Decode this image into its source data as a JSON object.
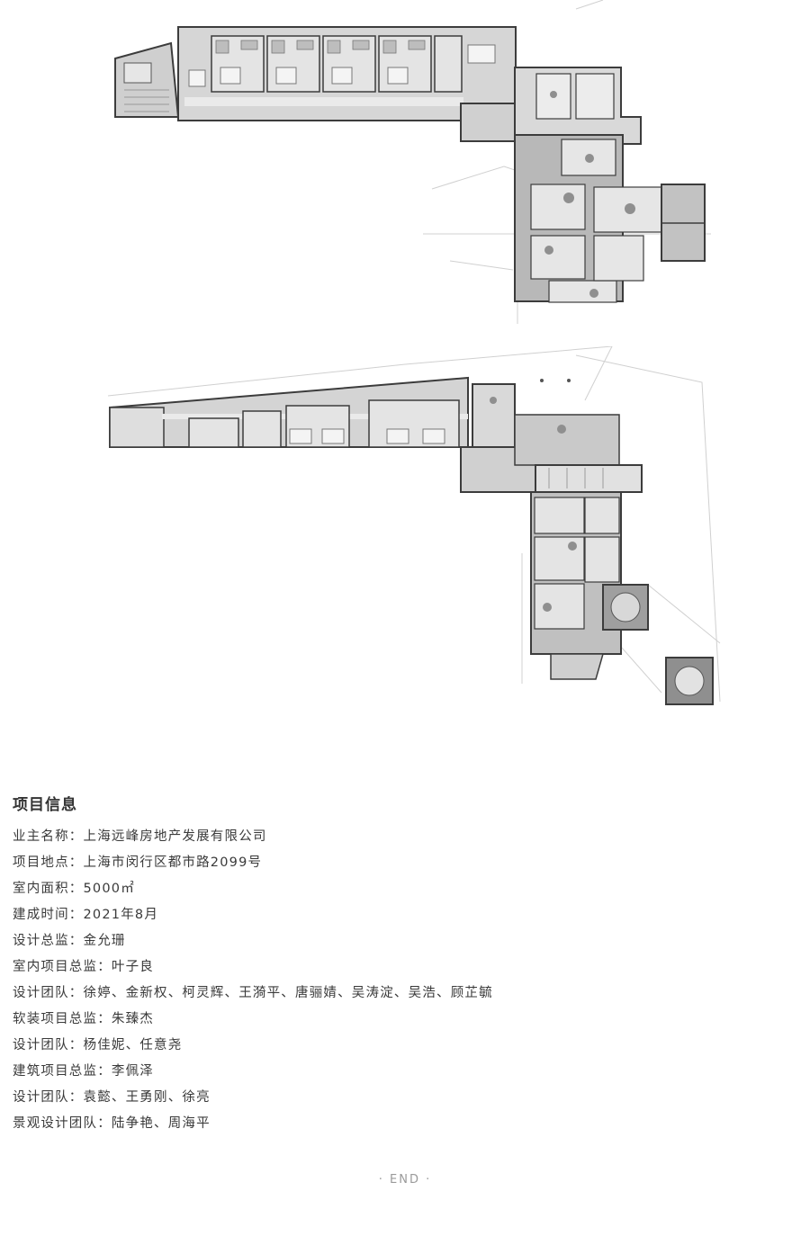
{
  "floor_plans": [
    {
      "id": "upper-floor-plan"
    },
    {
      "id": "lower-floor-plan"
    }
  ],
  "colors": {
    "wall": "#3c3c3c",
    "floor_light": "#e2e2e2",
    "floor_mid": "#cfcfcf",
    "floor_dark": "#b9b9b9",
    "guide_line": "#c8c8c8",
    "text": "#333333",
    "end_text": "#9a9a9a"
  },
  "info": {
    "title": "项目信息",
    "lines": [
      "业主名称：上海远峰房地产发展有限公司",
      "项目地点：上海市闵行区都市路2099号",
      "室内面积：5000㎡",
      "建成时间：2021年8月",
      "设计总监：金允珊",
      "室内项目总监：叶子良",
      "设计团队：徐婷、金新权、柯灵辉、王漪平、唐骊婧、吴涛淀、吴浩、顾芷毓",
      "软装项目总监：朱臻杰",
      "设计团队：杨佳妮、任意尧",
      "建筑项目总监：李佩泽",
      "设计团队：袁懿、王勇刚、徐亮",
      "景观设计团队：陆争艳、周海平"
    ]
  },
  "end_text": "· END ·"
}
